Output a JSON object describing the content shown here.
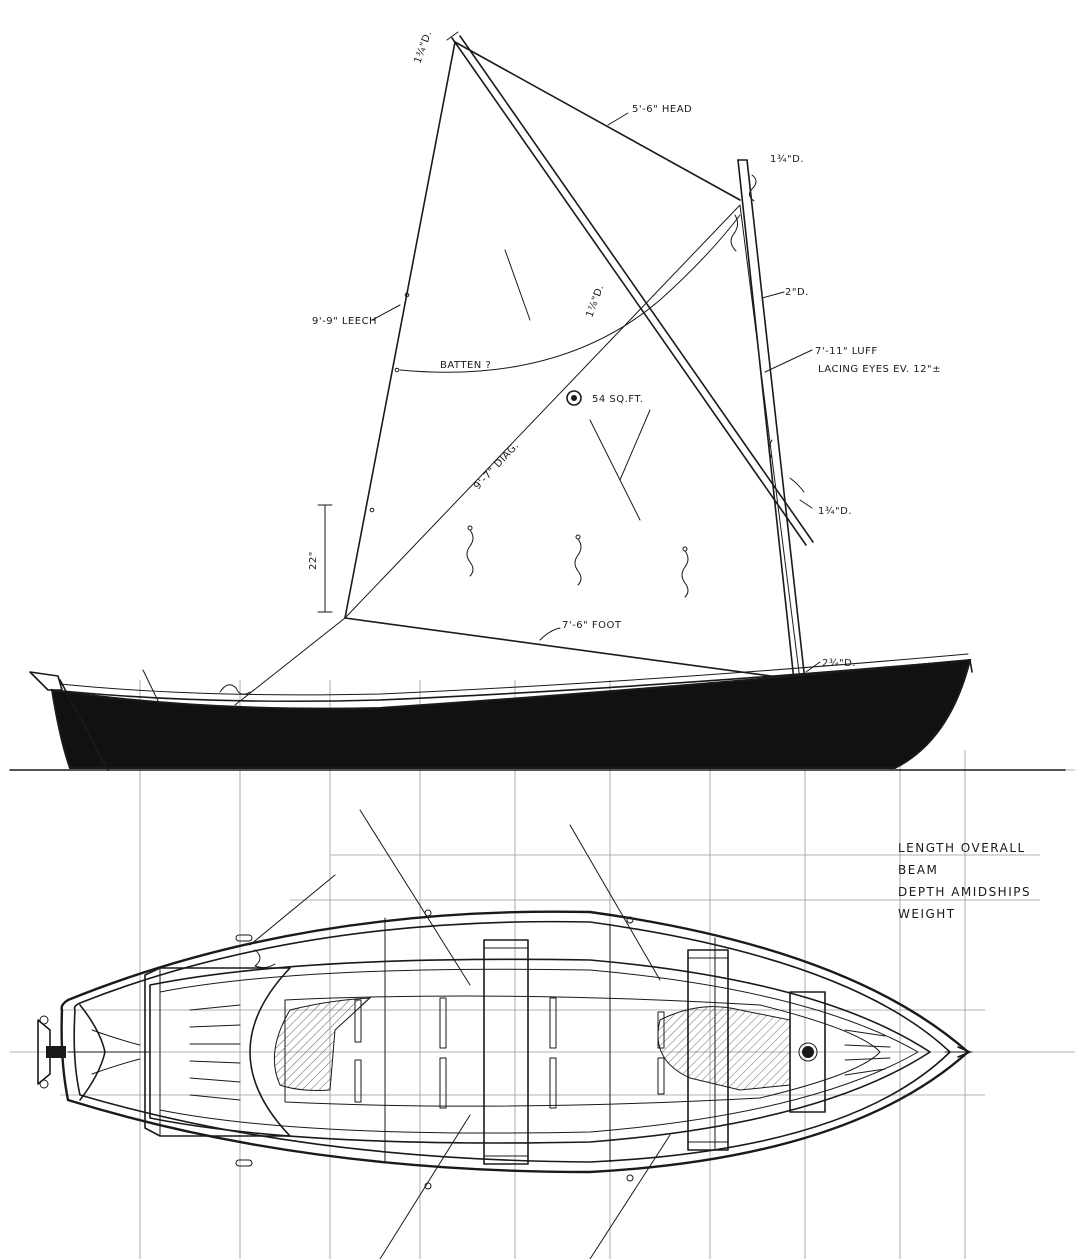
{
  "sail_labels": {
    "head": "5'-6\" HEAD",
    "leech": "9'-9\" LEECH",
    "foot": "7'-6\" FOOT",
    "luff": "7'-11\" LUFF",
    "lacing": "LACING EYES EV. 12\"±",
    "diag": "9'-7\" DIAG.",
    "area": "54 SQ.FT.",
    "batten": "BATTEN ?",
    "gap": "22\"",
    "yard_top_dia": "1¾\"D.",
    "mast_top_dia": "1¾\"D.",
    "mast_mid_dia": "2\"D.",
    "yard_mid_dia": "1⅞\"D.",
    "yard_heel_dia": "1¾\"D.",
    "mast_base_dia": "2¾\"D."
  },
  "specs": {
    "rows": [
      "LENGTH OVERALL",
      "BEAM",
      "DEPTH AMIDSHIPS",
      "WEIGHT"
    ]
  },
  "colors": {
    "ink": "#1a1a1a",
    "hull_fill": "#111111",
    "paper": "#ffffff"
  }
}
